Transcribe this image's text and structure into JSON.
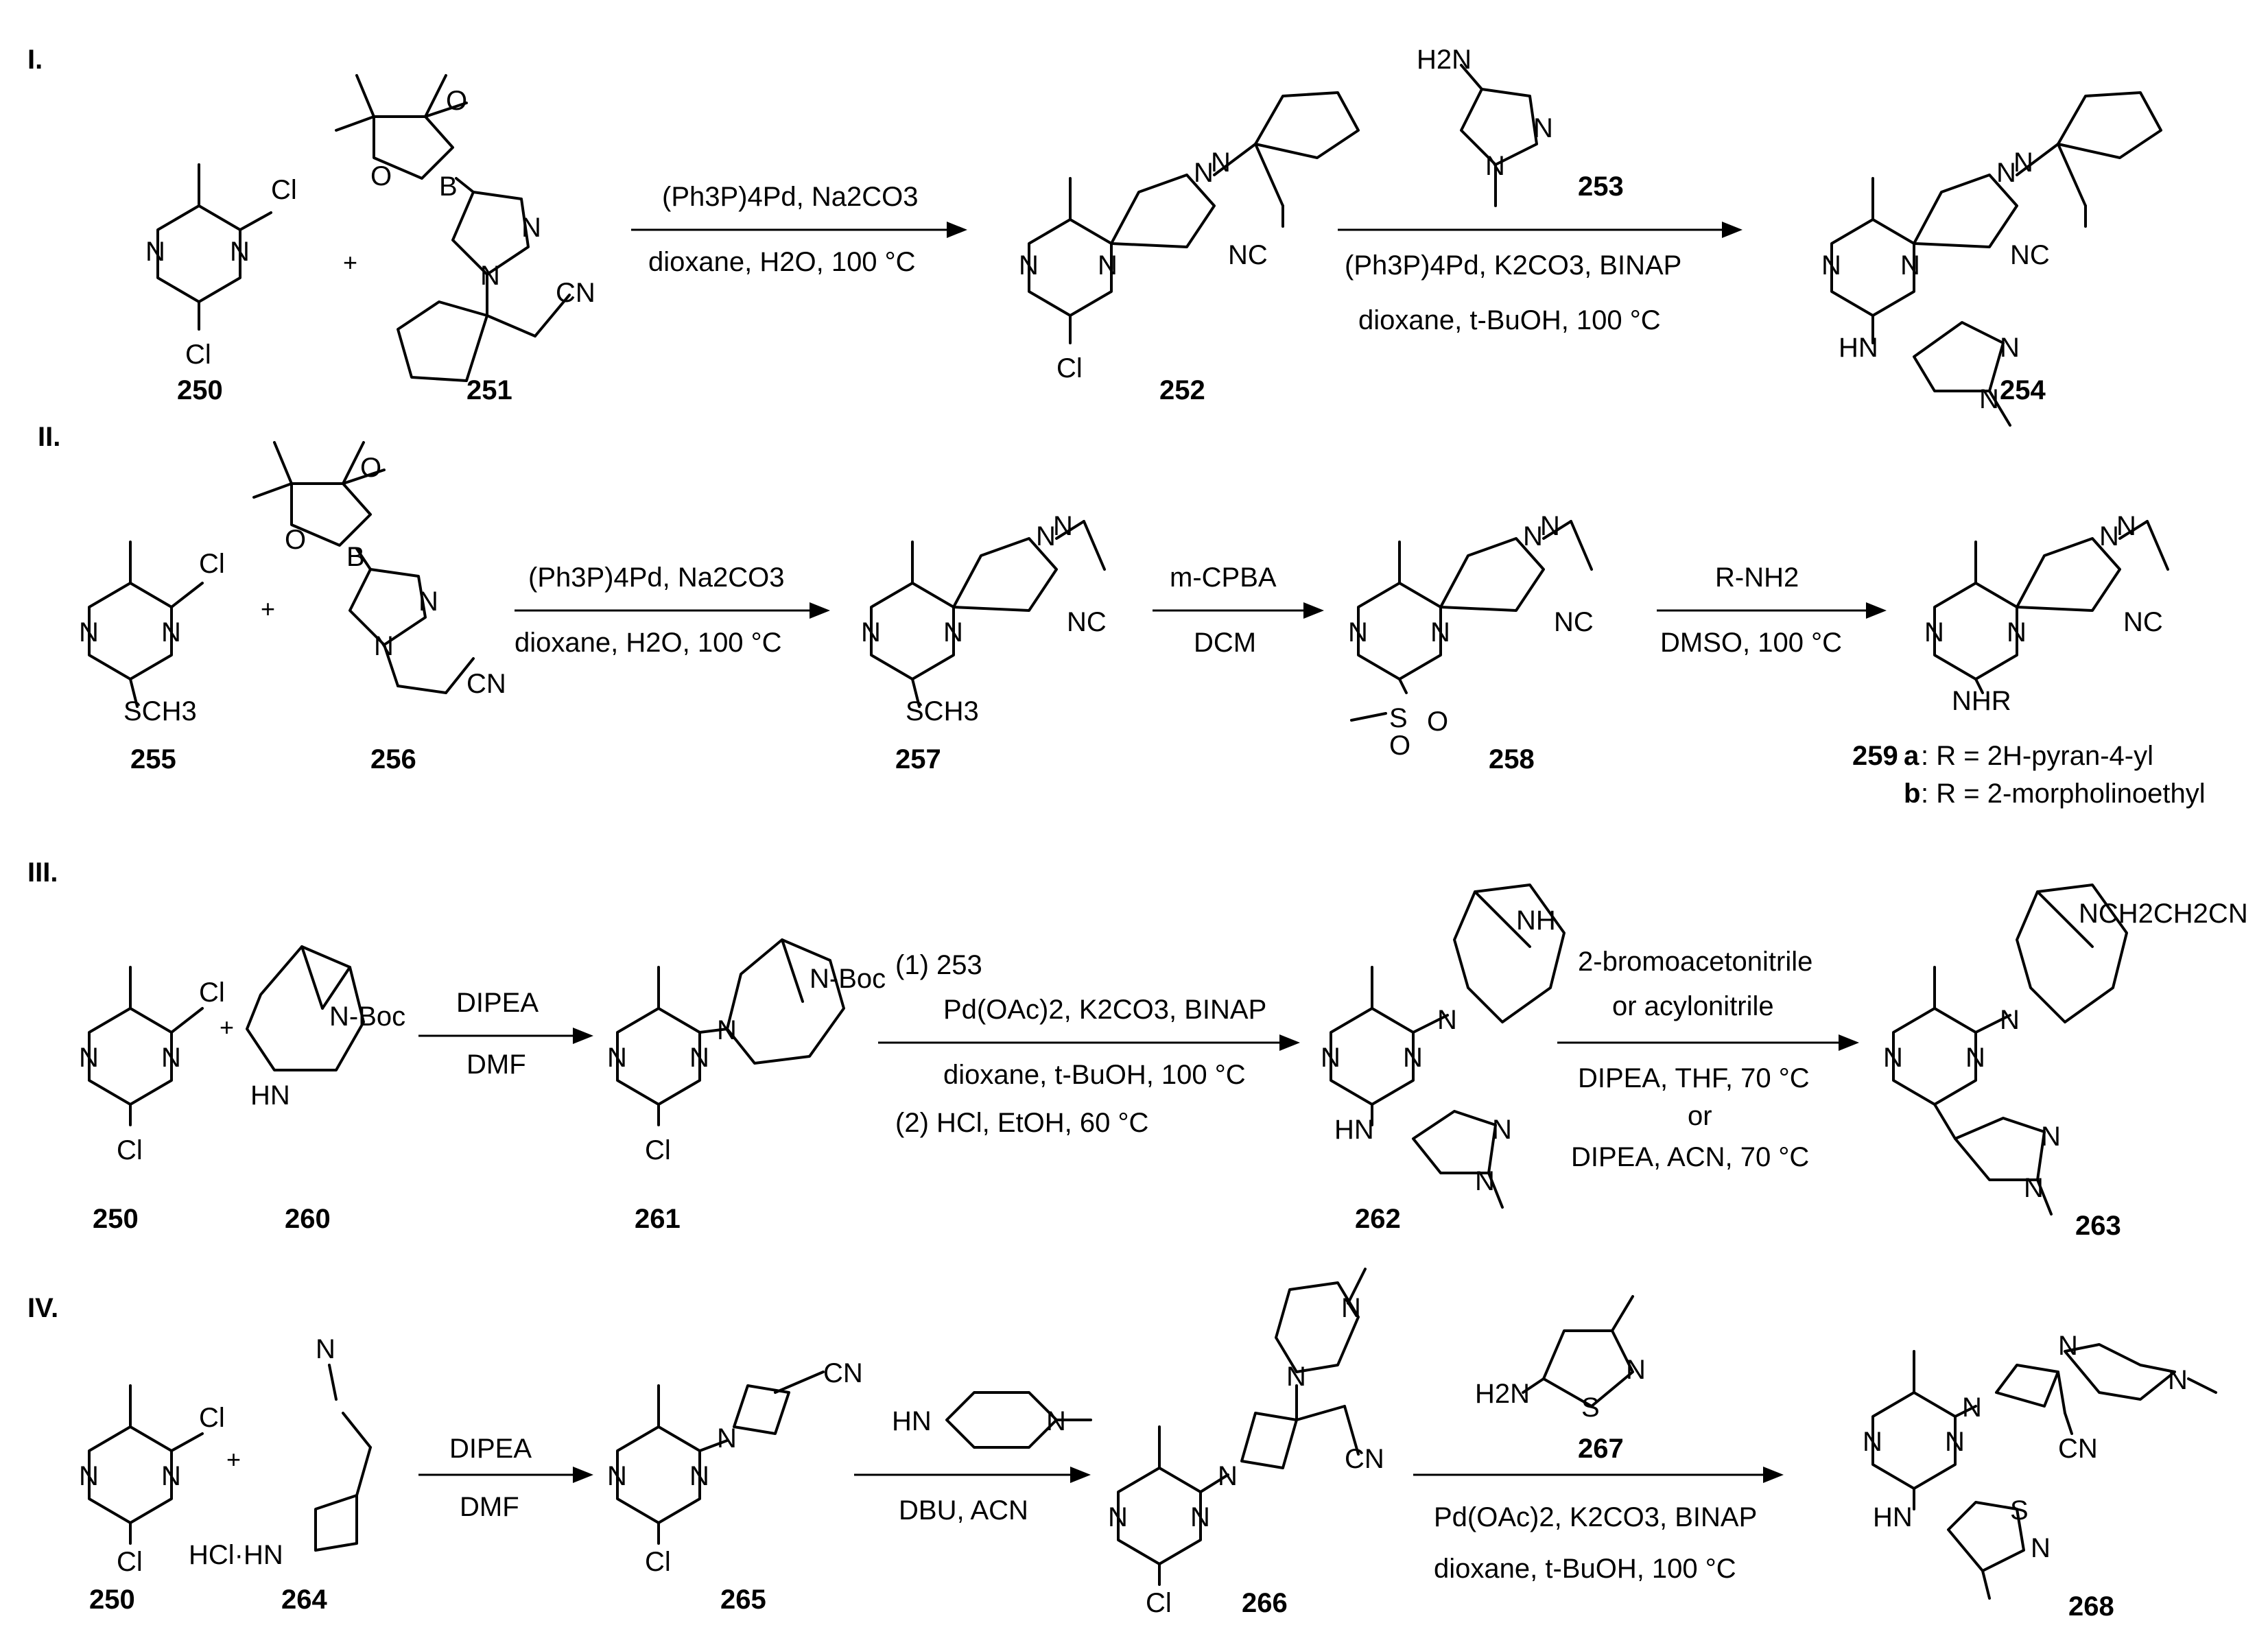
{
  "sections": [
    "I.",
    "II.",
    "III.",
    "IV."
  ],
  "compounds": {
    "c250a": "250",
    "c251": "251",
    "c252": "252",
    "c253": "253",
    "c254": "254",
    "c255": "255",
    "c256": "256",
    "c257": "257",
    "c258": "258",
    "c259": "259",
    "c250b": "250",
    "c260": "260",
    "c261": "261",
    "c262": "262",
    "c263": "263",
    "c250c": "250",
    "c264": "264",
    "c265": "265",
    "c266": "266",
    "c267": "267",
    "c268": "268"
  },
  "r259": {
    "a_label": "a",
    "a_text": ": R = 2H-pyran-4-yl",
    "b_label": "b",
    "b_text": ": R = 2-morpholinoethyl"
  },
  "conditions": {
    "s1_step1_top": "(Ph3P)4Pd, Na2CO3",
    "s1_step1_bottom": "dioxane, H2O, 100 °C",
    "s1_step2_top": "(Ph3P)4Pd, K2CO3, BINAP",
    "s1_step2_bottom": "dioxane, t-BuOH, 100 °C",
    "s2_step1_top": "(Ph3P)4Pd, Na2CO3",
    "s2_step1_bottom": "dioxane, H2O, 100 °C",
    "s2_step2_top": "m-CPBA",
    "s2_step2_bottom": "DCM",
    "s2_step3_top": "R-NH2",
    "s2_step3_bottom": "DMSO, 100 °C",
    "s3_step1_top": "DIPEA",
    "s3_step1_bottom": "DMF",
    "s3_step2_line1": "(1) 253",
    "s3_step2_line2": "Pd(OAc)2, K2CO3, BINAP",
    "s3_step2_line3": "dioxane, t-BuOH, 100 °C",
    "s3_step2_line4": "(2) HCl, EtOH, 60 °C",
    "s3_step3_line1": "2-bromoacetonitrile",
    "s3_step3_line2": "or acylonitrile",
    "s3_step3_line3": "DIPEA, THF, 70 °C",
    "s3_step3_line4": "or",
    "s3_step3_line5": "DIPEA, ACN, 70 °C",
    "s4_step1_top": "DIPEA",
    "s4_step1_bottom": "DMF",
    "s4_step2_bottom": "DBU, ACN",
    "s4_step3_top": "Pd(OAc)2, K2CO3, BINAP",
    "s4_step3_bottom": "dioxane, t-BuOH, 100 °C"
  },
  "atoms": {
    "Cl": "Cl",
    "N": "N",
    "O": "O",
    "B": "B",
    "S": "S",
    "CN": "CN",
    "NC": "NC",
    "HN": "HN",
    "NH": "NH",
    "H2N": "H2N",
    "NHR": "NHR",
    "SCH3": "SCH3",
    "NBoc": "N-Boc",
    "HCl_HN": "HCl·HN",
    "NCH2CH2CN": "NCH2CH2CN"
  }
}
